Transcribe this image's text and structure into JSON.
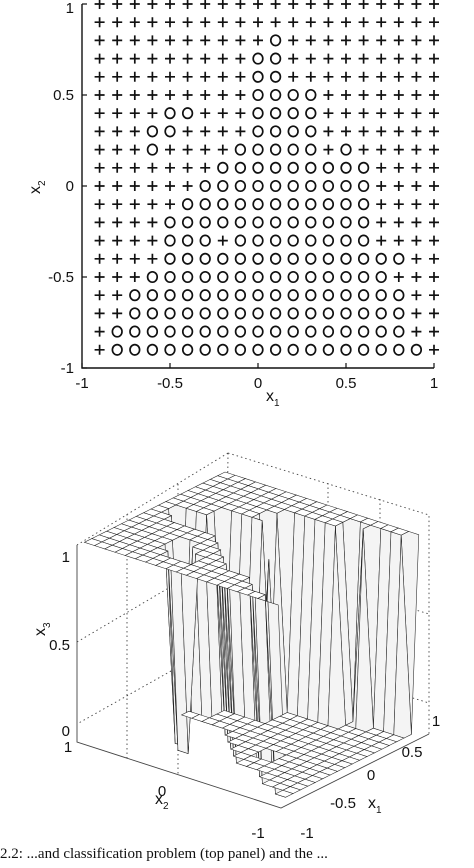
{
  "caption": "2.2: ...and classification problem (top panel) and the ...",
  "chart_data": [
    {
      "type": "scatter",
      "title": "",
      "xlabel": "x",
      "xlabel_sub": "1",
      "ylabel": "x",
      "ylabel_sub": "2",
      "xlim": [
        -1,
        1
      ],
      "ylim": [
        -1,
        1
      ],
      "xticks": [
        "-1",
        "-0.5",
        "0",
        "0.5",
        "1"
      ],
      "yticks": [
        "-1",
        "-0.5",
        "0",
        "0.5",
        "1"
      ],
      "grid": false,
      "markers": {
        "plus": "+",
        "circle": "o"
      },
      "x": [
        -0.9,
        -0.8,
        -0.7,
        -0.6,
        -0.5,
        -0.4,
        -0.3,
        -0.2,
        -0.1,
        0.0,
        0.1,
        0.2,
        0.3,
        0.4,
        0.5,
        0.6,
        0.7,
        0.8,
        0.9,
        1.0
      ],
      "y": [
        1.0,
        0.9,
        0.8,
        0.7,
        0.6,
        0.5,
        0.4,
        0.3,
        0.2,
        0.1,
        0.0,
        -0.1,
        -0.2,
        -0.3,
        -0.4,
        -0.5,
        -0.6,
        -0.7,
        -0.8,
        -0.9
      ],
      "grid_pattern": [
        "++++++++++++++++++++",
        "++++++++++++++++++++",
        "++++++++++o+++++++++",
        "+++++++++oo+++++++++",
        "+++++++++oo+++++++++",
        "+++++++++oooo+++++++",
        "++++oo+++oooo+++++++",
        "+++oo++++oooo+++++++",
        "+++o++++ooooo+o+++++",
        "+++++++ooooooooo++++",
        "++++++oooooooooo++++",
        "+++++ooooooooooo++++",
        "++++oooooooooooo++++",
        "++++ooo+oooooooo++++",
        "++++oooooooooooooo++",
        "+++oooooooooooooo+++",
        "++oooooooooooooooo++",
        "++oooooooooooooooo++",
        "+ooooooooooooooooo++",
        "+oooooooooooooooooo+"
      ]
    },
    {
      "type": "surface",
      "title": "",
      "xlabel": "x",
      "xlabel_sub": "1",
      "ylabel": "x",
      "ylabel_sub": "2",
      "zlabel": "x",
      "zlabel_sub": "3",
      "x_ticks": [
        "-1",
        "-0.5",
        "0",
        "0.5",
        "1"
      ],
      "y_ticks": [
        "-1",
        "0",
        "1"
      ],
      "z_ticks": [
        "0",
        "0.5",
        "1"
      ],
      "zlim": [
        0,
        1
      ],
      "description_values": "x3 = 1 where top-panel marker is +, 0 where o"
    }
  ]
}
